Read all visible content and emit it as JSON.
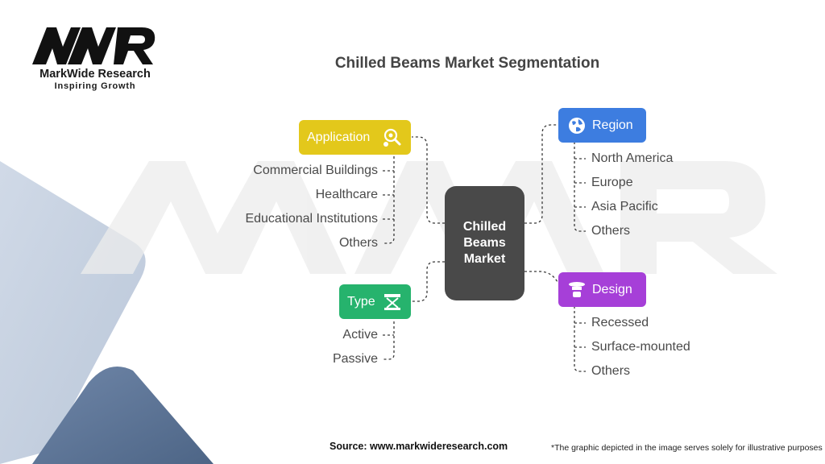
{
  "brand": {
    "name": "MarkWide Research",
    "tagline": "Inspiring Growth"
  },
  "title": "Chilled Beams Market Segmentation",
  "center": "Chilled Beams Market",
  "categories": {
    "application": {
      "label": "Application",
      "color": "#E3C81B",
      "icon": "magnifier-gears-icon",
      "items": [
        "Commercial Buildings",
        "Healthcare",
        "Educational Institutions",
        "Others"
      ]
    },
    "type": {
      "label": "Type",
      "color": "#26B36D",
      "icon": "scissor-lift-icon",
      "items": [
        "Active",
        "Passive"
      ]
    },
    "region": {
      "label": "Region",
      "color": "#3D7DE0",
      "icon": "globe-icon",
      "items": [
        "North America",
        "Europe",
        "Asia Pacific",
        "Others"
      ]
    },
    "design": {
      "label": "Design",
      "color": "#A63FD8",
      "icon": "ceiling-fixture-icon",
      "items": [
        "Recessed",
        "Surface-mounted",
        "Others"
      ]
    }
  },
  "footer": {
    "source": "Source: www.markwideresearch.com",
    "disclaimer": "*The graphic depicted in the image serves solely for illustrative purposes"
  }
}
